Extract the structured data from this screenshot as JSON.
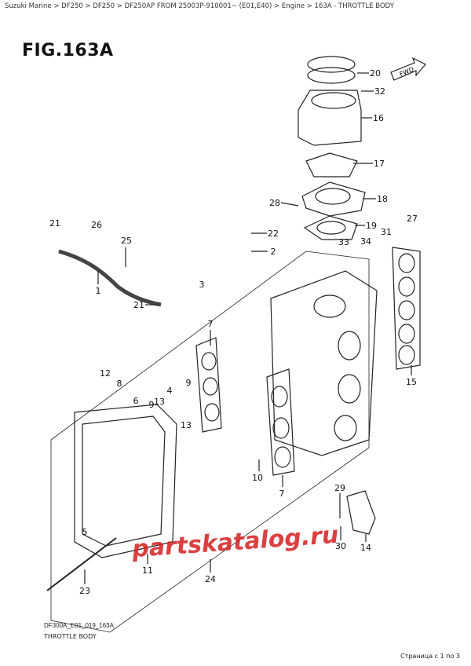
{
  "breadcrumb": "Suzuki Marine > DF250 > DF250 > DF250AP FROM 25003P-910001~  (E01,E40) > Engine > 163A - THROTTLE BODY",
  "figure_title": "FIG.163A",
  "forward_badge": "FWD",
  "callouts": [
    "20",
    "32",
    "16",
    "17",
    "18",
    "28",
    "19",
    "22",
    "2",
    "27",
    "31",
    "34",
    "33",
    "21",
    "26",
    "25",
    "1",
    "3",
    "21",
    "7",
    "15",
    "12",
    "8",
    "9",
    "4",
    "6",
    "9",
    "13",
    "13",
    "10",
    "7",
    "29",
    "30",
    "14",
    "5",
    "11",
    "24",
    "23"
  ],
  "watermark": "partskatalog.ru",
  "drawing_code": "DF300A_E01_019_163A",
  "caption": "THROTTLE BODY",
  "pager": "Страница с 1 по 3",
  "colors": {
    "watermark": "#d41e1e",
    "line": "#222222"
  }
}
